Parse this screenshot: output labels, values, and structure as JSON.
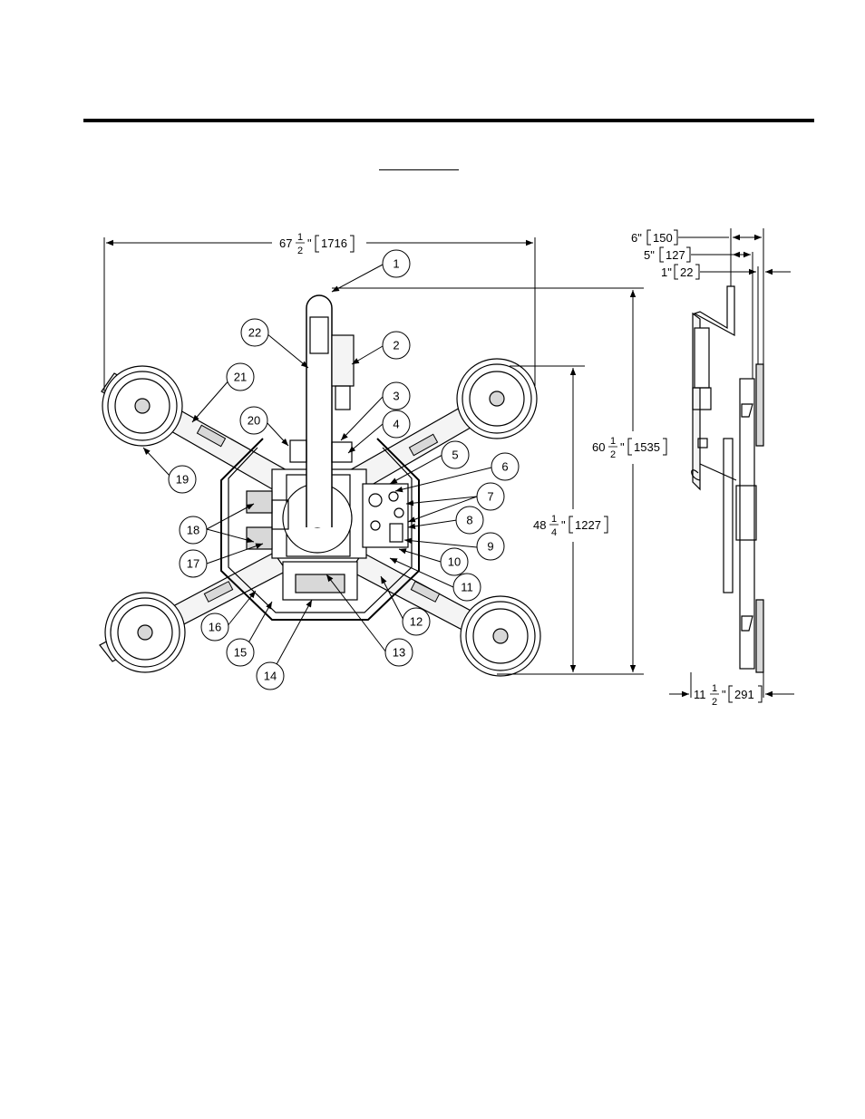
{
  "callouts": [
    "1",
    "2",
    "3",
    "4",
    "5",
    "6",
    "7",
    "8",
    "9",
    "10",
    "11",
    "12",
    "13",
    "14",
    "15",
    "16",
    "17",
    "18",
    "19",
    "20",
    "21",
    "22"
  ],
  "dimensions": {
    "width_overall": {
      "whole": "67",
      "num": "1",
      "den": "2",
      "inch": "\"",
      "metric": "1716"
    },
    "height_overall": {
      "whole": "60",
      "num": "1",
      "den": "2",
      "inch": "\"",
      "metric": "1535"
    },
    "height_pads": {
      "whole": "48",
      "num": "1",
      "den": "4",
      "inch": "\"",
      "metric": "1227"
    },
    "depth_overall": {
      "whole": "11",
      "num": "1",
      "den": "2",
      "inch": "\"",
      "metric": "291"
    },
    "side_6": {
      "label": "6\"",
      "metric": "150"
    },
    "side_5": {
      "label": "5\"",
      "metric": "127"
    },
    "side_1": {
      "label": "1\"",
      "metric": "22"
    }
  },
  "colors": {
    "ink": "#000000",
    "fill_light": "#f4f4f4",
    "fill_mid": "#d8d8d8",
    "paper": "#ffffff"
  }
}
